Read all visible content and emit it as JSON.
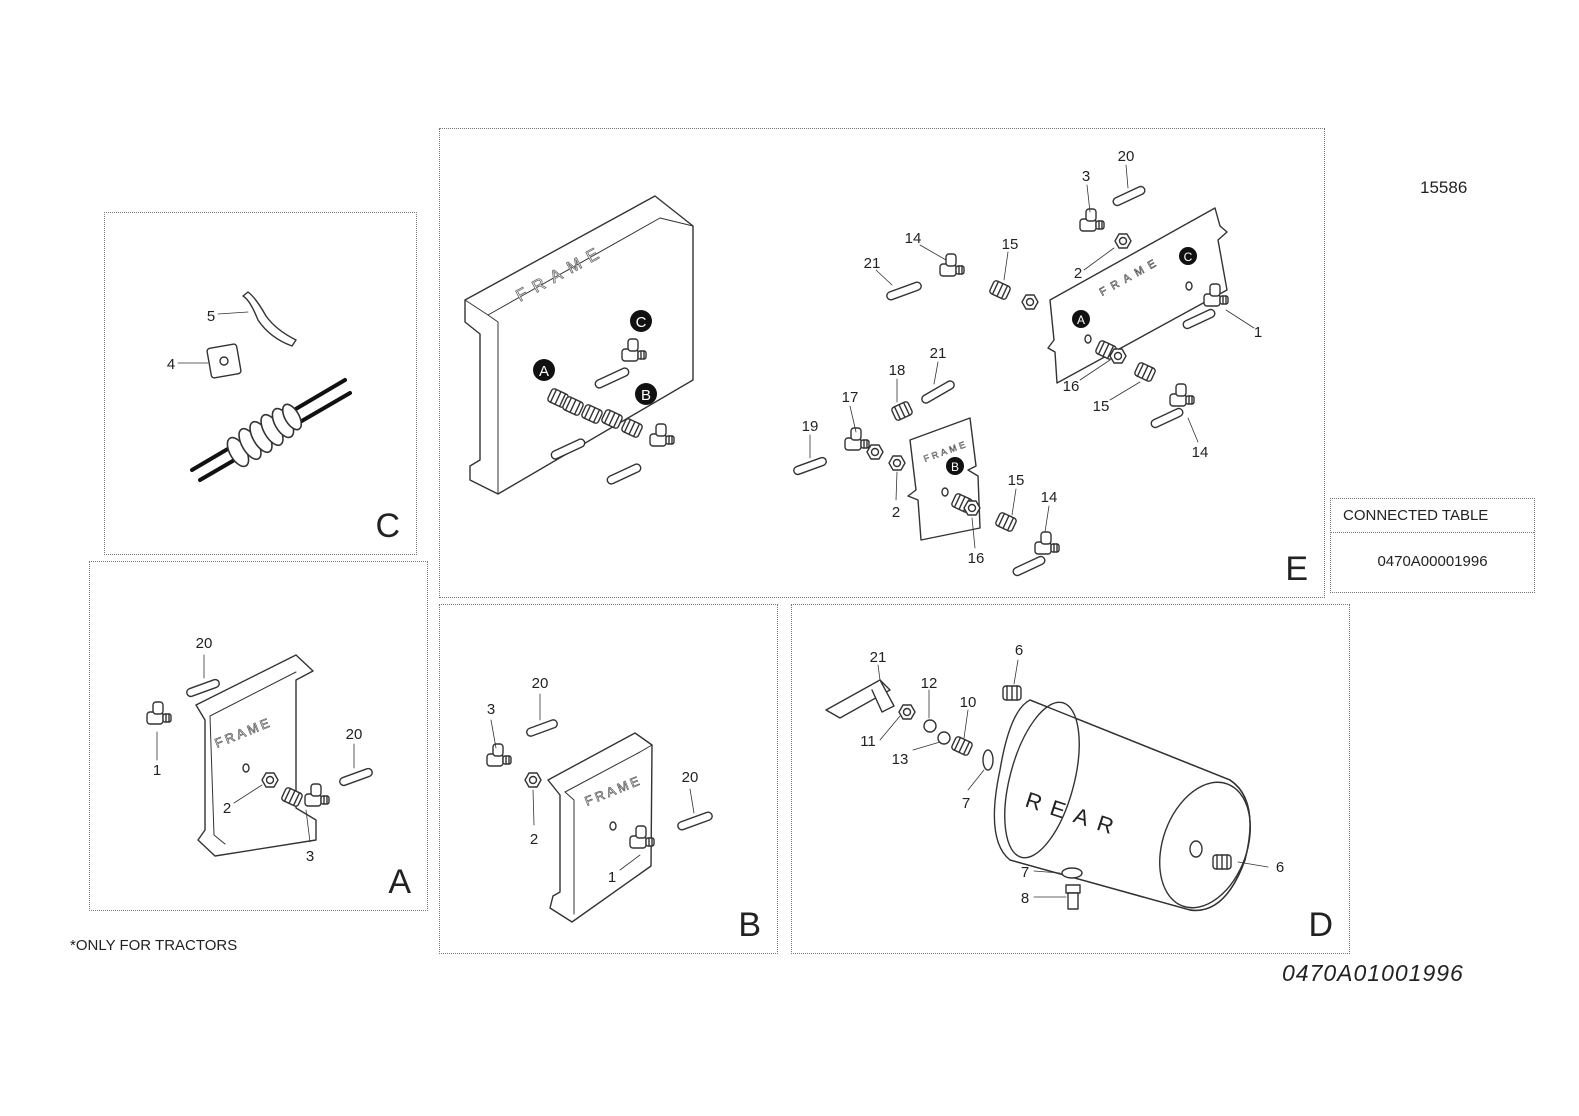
{
  "doc_id": "15586",
  "note": "*ONLY FOR TRACTORS",
  "drawing_number": "0470A01001996",
  "connected_table": {
    "header": "CONNECTED TABLE",
    "value": "0470A00001996"
  },
  "frame_label": "FRAME",
  "frame_letters": [
    "F",
    "R",
    "A",
    "M",
    "E"
  ],
  "rear_label": "REAR",
  "rear_letters": [
    "R",
    "E",
    "A",
    "R"
  ],
  "markers": {
    "a": "A",
    "b": "B",
    "c": "C"
  },
  "panels": {
    "a": {
      "letter": "A",
      "callouts": [
        "20",
        "1",
        "20",
        "2",
        "3"
      ]
    },
    "b": {
      "letter": "B",
      "callouts": [
        "20",
        "3",
        "2",
        "20",
        "1"
      ]
    },
    "c": {
      "letter": "C",
      "callouts": [
        "5",
        "4"
      ]
    },
    "d": {
      "letter": "D",
      "callouts": [
        "21",
        "6",
        "12",
        "10",
        "11",
        "13",
        "7",
        "7",
        "8",
        "6"
      ]
    },
    "e": {
      "letter": "E",
      "callouts": [
        "20",
        "3",
        "14",
        "15",
        "21",
        "2",
        "1",
        "16",
        "15",
        "14",
        "21",
        "18",
        "17",
        "19",
        "2",
        "15",
        "14",
        "16"
      ]
    }
  }
}
